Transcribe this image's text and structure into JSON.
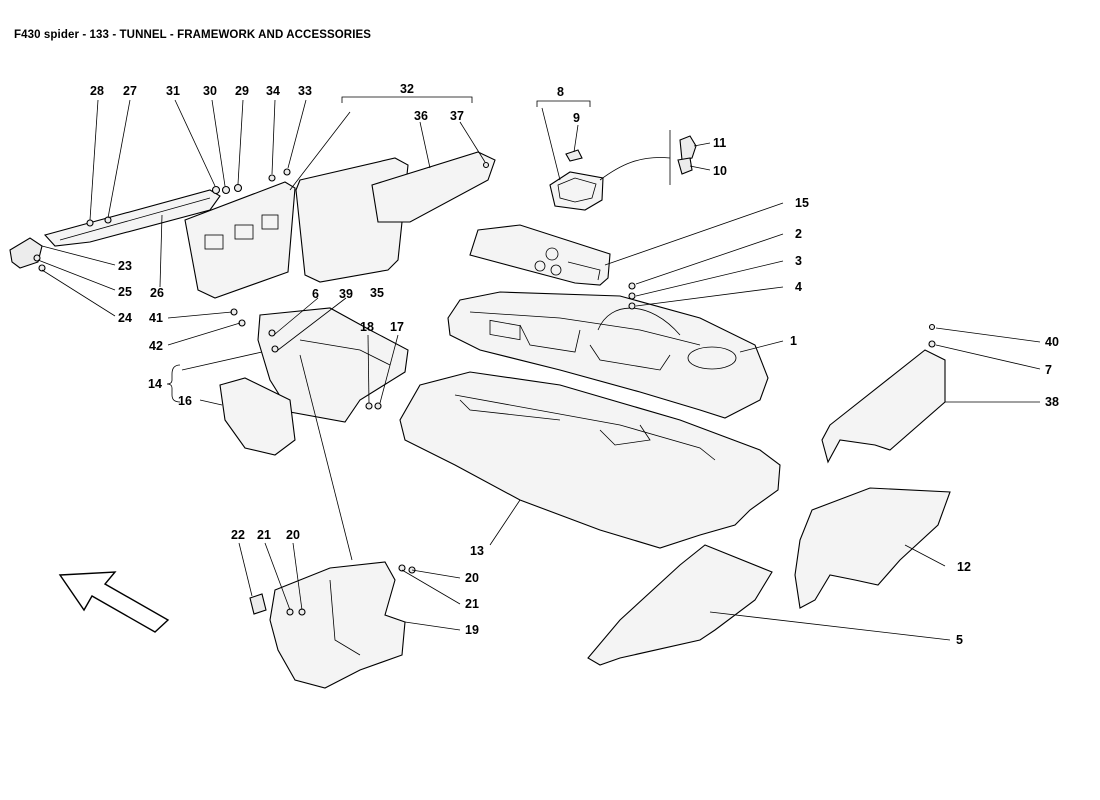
{
  "title": "F430 spider - 133 - TUNNEL - FRAMEWORK AND ACCESSORIES",
  "labels": {
    "l1": "1",
    "l2": "2",
    "l3": "3",
    "l4": "4",
    "l5": "5",
    "l6": "6",
    "l7": "7",
    "l8": "8",
    "l9": "9",
    "l10": "10",
    "l11": "11",
    "l12": "12",
    "l13": "13",
    "l14": "14",
    "l15": "15",
    "l16": "16",
    "l17": "17",
    "l18": "18",
    "l19": "19",
    "l20a": "20",
    "l20b": "20",
    "l21a": "21",
    "l21b": "21",
    "l22": "22",
    "l23": "23",
    "l24": "24",
    "l25": "25",
    "l26": "26",
    "l27": "27",
    "l28": "28",
    "l29": "29",
    "l30": "30",
    "l31": "31",
    "l32": "32",
    "l33": "33",
    "l34": "34",
    "l35": "35",
    "l36": "36",
    "l37": "37",
    "l38": "38",
    "l39": "39",
    "l40": "40",
    "l41": "41",
    "l42": "42"
  },
  "icons": {
    "direction": "arrow-icon"
  }
}
